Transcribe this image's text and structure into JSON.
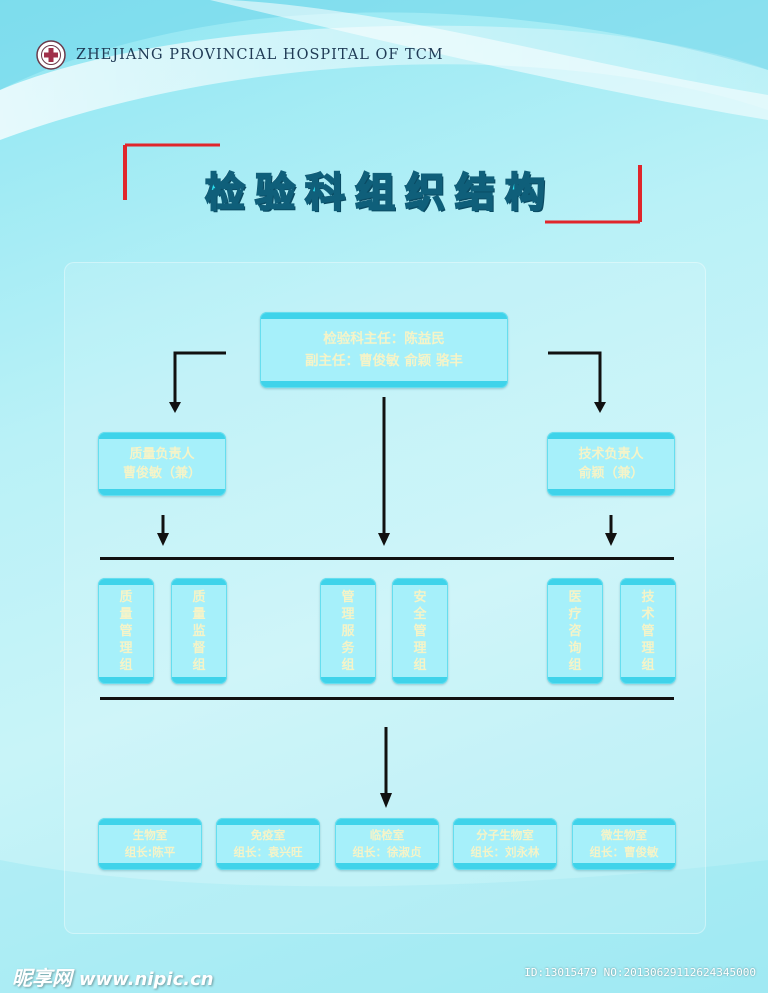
{
  "header": {
    "hospital_name": "ZHEJIANG PROVINCIAL HOSPITAL OF  TCM",
    "logo_icon": "hospital-seal-icon"
  },
  "title": "检验科组织结构",
  "org_chart": {
    "director": {
      "line1": "检验科主任：陈益民",
      "line2": "副主任：曹俊敏 俞颖 骆丰"
    },
    "quality_lead": {
      "line1": "质量负责人",
      "line2": "曹俊敏（兼）"
    },
    "technical_lead": {
      "line1": "技术负责人",
      "line2": "俞颖（兼）"
    },
    "groups": [
      {
        "label": "质量管理组"
      },
      {
        "label": "质量监督组"
      },
      {
        "label": "管理服务组"
      },
      {
        "label": "安全管理组"
      },
      {
        "label": "医疗咨询组"
      },
      {
        "label": "技术管理组"
      }
    ],
    "labs": [
      {
        "name": "生物室",
        "leader": "组长:陈平"
      },
      {
        "name": "免疫室",
        "leader": "组长：袁兴旺"
      },
      {
        "name": "临检室",
        "leader": "组长：徐淑贞"
      },
      {
        "name": "分子生物室",
        "leader": "组长：刘永林"
      },
      {
        "name": "微生物室",
        "leader": "组长：曹俊敏"
      }
    ]
  },
  "footer": {
    "watermark_brand": "昵享网",
    "watermark_url": "www.nipic.cn",
    "image_id": "ID:13015479 NO:20130629112624345000"
  },
  "colors": {
    "box_fill": "#a6f0fa",
    "box_band": "#3fd3ea",
    "box_text": "#f6f4c8",
    "title_fill": "#2ee2f2",
    "bracket_red": "#e0262b"
  }
}
